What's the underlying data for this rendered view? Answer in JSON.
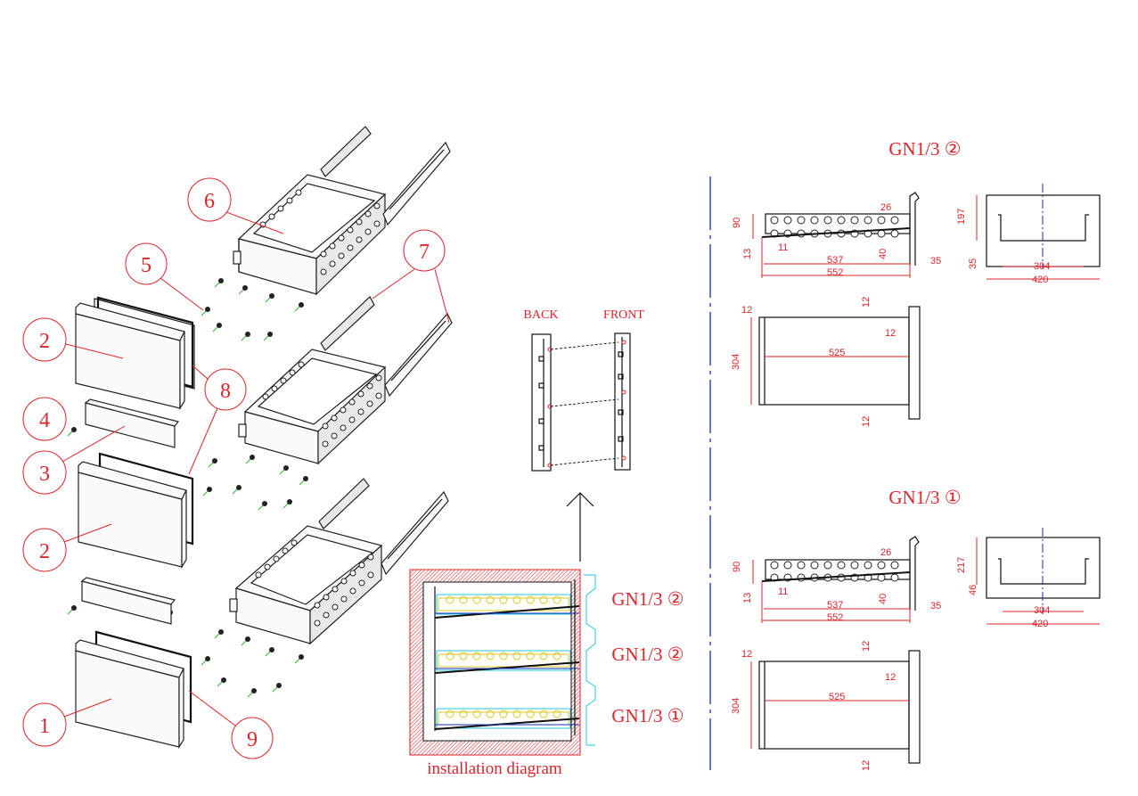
{
  "exploded_view": {
    "callouts": [
      "1",
      "2",
      "2",
      "3",
      "4",
      "5",
      "6",
      "7",
      "8",
      "9"
    ]
  },
  "installation": {
    "back_label": "BACK",
    "front_label": "FRONT",
    "caption": "installation diagram",
    "drawer_labels": [
      "GN1/3 ②",
      "GN1/3 ②",
      "GN1/3 ①"
    ]
  },
  "drawing_top": {
    "title": "GN1/3 ②",
    "side_view_dims": {
      "height": "90",
      "d26": "26",
      "d11": "11",
      "d13": "13",
      "d40": "40",
      "d35": "35",
      "len537": "537",
      "len552": "552"
    },
    "front_view_dims": {
      "height": "197",
      "d35": "35",
      "w304": "304",
      "w420": "420"
    },
    "plan_view_dims": {
      "d12a": "12",
      "d12b": "12",
      "d12c": "12",
      "d12d": "12",
      "w304": "304",
      "len525": "525"
    }
  },
  "drawing_bottom": {
    "title": "GN1/3 ①",
    "side_view_dims": {
      "height": "90",
      "d26": "26",
      "d11": "11",
      "d13": "13",
      "d40": "40",
      "d35": "35",
      "len537": "537",
      "len552": "552"
    },
    "front_view_dims": {
      "height": "217",
      "d46": "46",
      "w304": "304",
      "w420": "420"
    },
    "plan_view_dims": {
      "d12a": "12",
      "d12b": "12",
      "d12c": "12",
      "d12d": "12",
      "w304": "304",
      "len525": "525"
    }
  },
  "colors": {
    "annotation": "#e0242a",
    "centerline": "#1a2dbf",
    "hatch": "#e0242a"
  }
}
